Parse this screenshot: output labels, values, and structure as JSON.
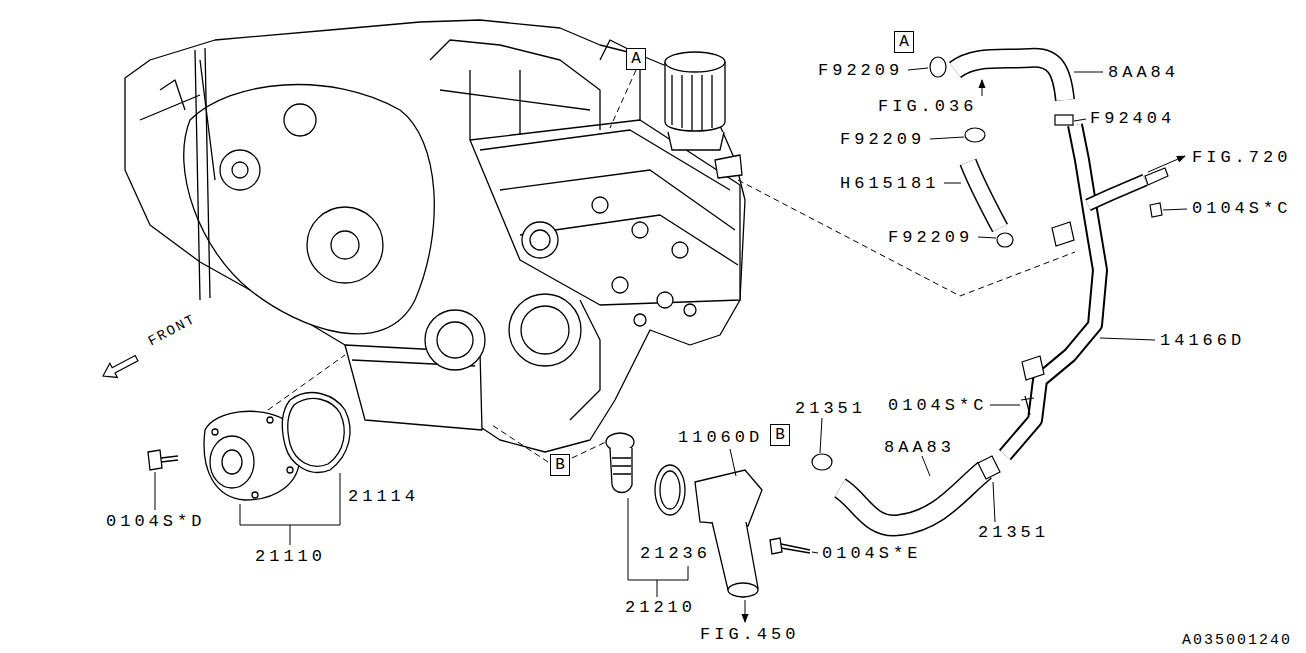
{
  "diagram": {
    "nodes": [
      {
        "text": [
          "A"
        ]
      },
      {
        "text": [
          "A"
        ]
      },
      {
        "text": [
          "B"
        ]
      },
      {
        "text": [
          "B"
        ]
      }
    ],
    "labels": [
      "F92209",
      "8AA84",
      "FIG.036",
      "F92209",
      "F92404",
      "FIG.720",
      "H615181",
      "0104S*C",
      "F92209",
      "14166D",
      "0104S*C",
      "21351",
      "11060D",
      "8AA83",
      "21351",
      "0104S*D",
      "21114",
      "21110",
      "21236",
      "0104S*E",
      "21210",
      "FIG.450",
      "FRONT",
      "A035001240"
    ]
  }
}
